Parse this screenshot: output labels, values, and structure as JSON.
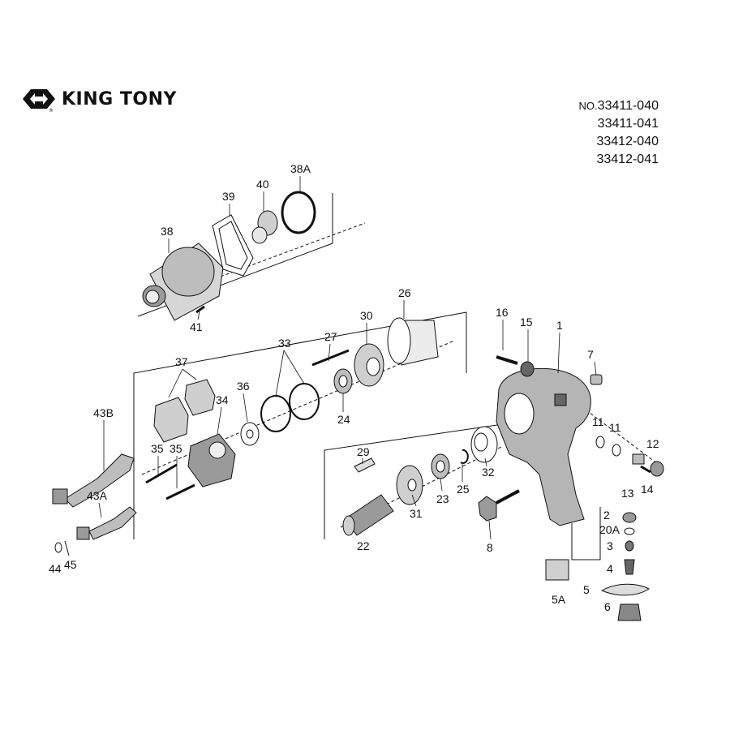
{
  "brand": {
    "name": "KING TONY",
    "registered": "®"
  },
  "models": {
    "prefix": "NO.",
    "numbers": [
      "33411-040",
      "33411-041",
      "33412-040",
      "33412-041"
    ]
  },
  "parts": [
    {
      "id": "p1",
      "label": "1"
    },
    {
      "id": "p2",
      "label": "2"
    },
    {
      "id": "p20A",
      "label": "20A"
    },
    {
      "id": "p3",
      "label": "3"
    },
    {
      "id": "p4",
      "label": "4"
    },
    {
      "id": "p5",
      "label": "5"
    },
    {
      "id": "p5A",
      "label": "5A"
    },
    {
      "id": "p6",
      "label": "6"
    },
    {
      "id": "p7",
      "label": "7"
    },
    {
      "id": "p8",
      "label": "8"
    },
    {
      "id": "p11a",
      "label": "11"
    },
    {
      "id": "p11b",
      "label": "11"
    },
    {
      "id": "p12",
      "label": "12"
    },
    {
      "id": "p13",
      "label": "13"
    },
    {
      "id": "p14",
      "label": "14"
    },
    {
      "id": "p15",
      "label": "15"
    },
    {
      "id": "p16",
      "label": "16"
    },
    {
      "id": "p22",
      "label": "22"
    },
    {
      "id": "p23",
      "label": "23"
    },
    {
      "id": "p24",
      "label": "24"
    },
    {
      "id": "p25",
      "label": "25"
    },
    {
      "id": "p26",
      "label": "26"
    },
    {
      "id": "p27",
      "label": "27"
    },
    {
      "id": "p29",
      "label": "29"
    },
    {
      "id": "p30",
      "label": "30"
    },
    {
      "id": "p31",
      "label": "31"
    },
    {
      "id": "p32",
      "label": "32"
    },
    {
      "id": "p33",
      "label": "33"
    },
    {
      "id": "p34",
      "label": "34"
    },
    {
      "id": "p35a",
      "label": "35"
    },
    {
      "id": "p35b",
      "label": "35"
    },
    {
      "id": "p36",
      "label": "36"
    },
    {
      "id": "p37",
      "label": "37"
    },
    {
      "id": "p38",
      "label": "38"
    },
    {
      "id": "p38A",
      "label": "38A"
    },
    {
      "id": "p39",
      "label": "39"
    },
    {
      "id": "p40",
      "label": "40"
    },
    {
      "id": "p41",
      "label": "41"
    },
    {
      "id": "p43A",
      "label": "43A"
    },
    {
      "id": "p43B",
      "label": "43B"
    },
    {
      "id": "p44",
      "label": "44"
    },
    {
      "id": "p45",
      "label": "45"
    }
  ]
}
